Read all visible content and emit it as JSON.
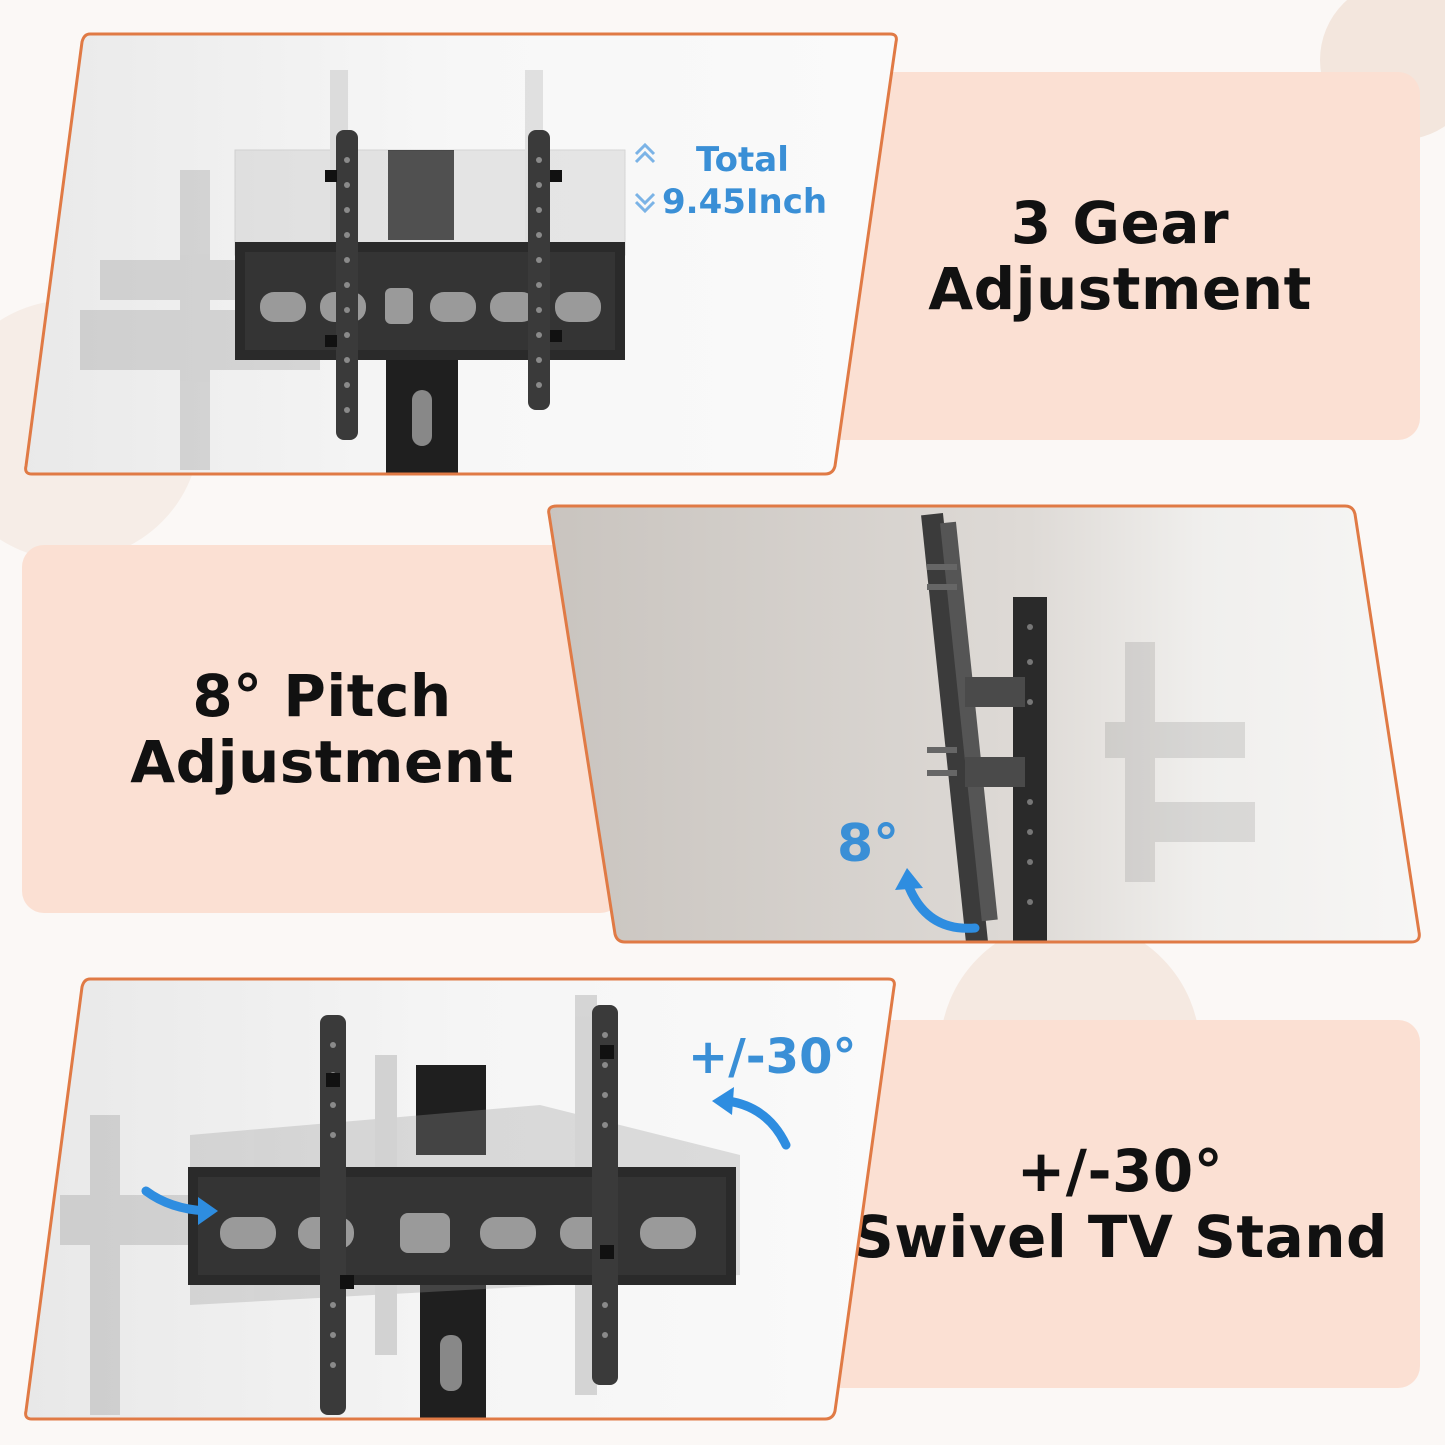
{
  "sections": [
    {
      "label_lines": [
        "3 Gear",
        "Adjustment"
      ],
      "callout_lines": [
        "Total",
        "9.45Inch"
      ]
    },
    {
      "label_lines": [
        "8° Pitch",
        "Adjustment"
      ],
      "callout": "8°"
    },
    {
      "label_lines": [
        "+/-30°",
        "Swivel TV Stand"
      ],
      "callout": "+/-30°"
    }
  ],
  "colors": {
    "accent_orange": "#e07a45",
    "label_bg": "#fbe0d3",
    "callout_blue": "#3a8fd6"
  },
  "icons": [
    "chevron-up-icon",
    "chevron-down-icon",
    "curved-arrow-icon"
  ]
}
